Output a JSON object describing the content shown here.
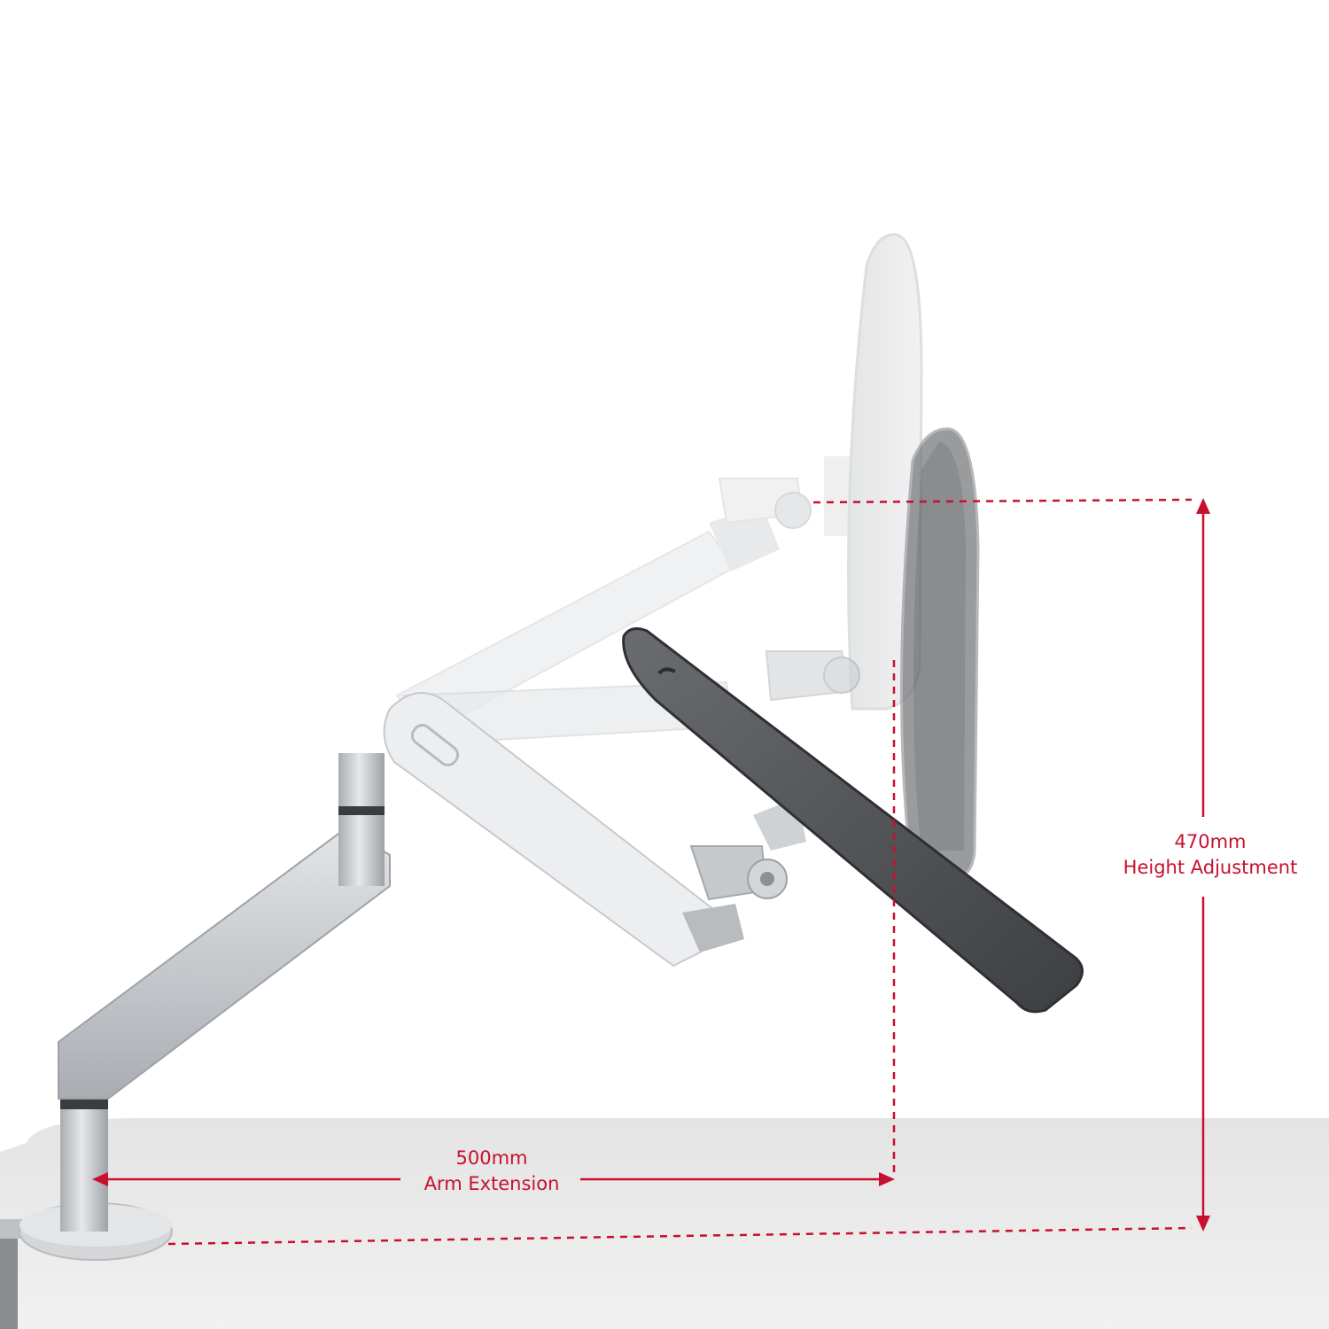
{
  "annotations": {
    "height_adjustment": {
      "value": "470mm",
      "caption": "Height Adjustment"
    },
    "arm_extension": {
      "value": "500mm",
      "caption": "Arm Extension"
    }
  },
  "colors": {
    "dimension_red": "#c8102e",
    "desk_surface": "#ececec",
    "arm_silver": "#c9ccd0",
    "monitor_dark": "#4a4c50",
    "ghost_gray": "#dcdee0"
  }
}
